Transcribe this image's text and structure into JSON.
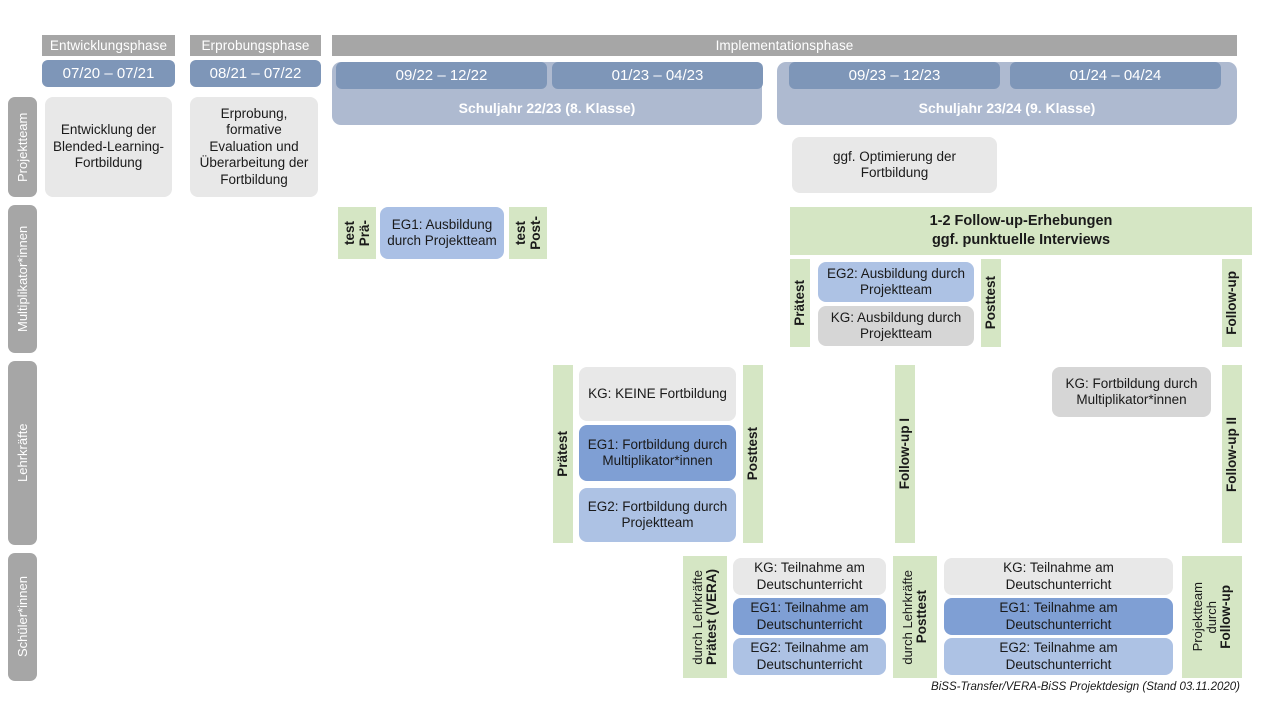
{
  "phases": [
    {
      "label": "Entwicklungsphase"
    },
    {
      "label": "Erprobungsphase"
    },
    {
      "label": "Implementationsphase"
    }
  ],
  "periods": [
    {
      "label": "07/20 – 07/21"
    },
    {
      "label": "08/21 – 07/22"
    },
    {
      "label": "09/22 – 12/22"
    },
    {
      "label": "01/23 – 04/23"
    },
    {
      "label": "09/23 – 12/23"
    },
    {
      "label": "01/24 – 04/24"
    }
  ],
  "schoolyears": [
    {
      "label": "Schuljahr 22/23 (8. Klasse)"
    },
    {
      "label": "Schuljahr 23/24 (9. Klasse)"
    }
  ],
  "roles": [
    {
      "label": "Projektteam"
    },
    {
      "label": "Multiplikator*innen"
    },
    {
      "label": "Lehrkräfte"
    },
    {
      "label": "Schüler*innen"
    }
  ],
  "projektteam": {
    "entwicklung": "Entwicklung der Blended-Learning-Fortbildung",
    "erprobung": "Erprobung, formative Evaluation und Überarbeitung der Fortbildung",
    "optimierung": "ggf. Optimierung der Fortbildung"
  },
  "multiplikatoren": {
    "praetest_l1": "Prä-",
    "praetest_l2": "test",
    "posttest_l1": "Post-",
    "posttest_l2": "test",
    "eg1_box": "EG1: Ausbildung durch Projektteam",
    "followup_banner_l1": "1-2 Follow-up-Erhebungen",
    "followup_banner_l2": "ggf. punktuelle Interviews",
    "praetest2": "Prätest",
    "posttest2": "Posttest",
    "eg2_box": "EG2: Ausbildung durch Projektteam",
    "kg_box": "KG: Ausbildung durch Projektteam",
    "followup": "Follow-up"
  },
  "lehrkraefte": {
    "praetest": "Prätest",
    "posttest": "Posttest",
    "followup1": "Follow-up I",
    "followup2": "Follow-up II",
    "kg_keine": "KG:  KEINE Fortbildung",
    "eg1": "EG1: Fortbildung durch Multiplikator*innen",
    "eg2": "EG2: Fortbildung durch Projektteam",
    "kg_mult": "KG: Fortbildung durch Multiplikator*innen"
  },
  "schuelerinnen": {
    "praetest_bold": "Prätest (VERA)",
    "praetest_sub": "durch Lehrkräfte",
    "posttest_bold": "Posttest",
    "posttest_sub": "durch Lehrkräfte",
    "followup_bold": "Follow-up",
    "followup_sub1": "durch",
    "followup_sub2": "Projektteam",
    "left": {
      "kg": "KG: Teilnahme am Deutschunterricht",
      "eg1": "EG1: Teilnahme am Deutschunterricht",
      "eg2": "EG2: Teilnahme am Deutschunterricht"
    },
    "right": {
      "kg": "KG: Teilnahme am Deutschunterricht",
      "eg1": "EG1: Teilnahme am Deutschunterricht",
      "eg2": "EG2: Teilnahme am Deutschunterricht"
    }
  },
  "footer": "BiSS-Transfer/VERA-BiSS Projektdesign (Stand 03.11.2020)",
  "colors": {
    "grey_header": "#a6a6a6",
    "period_blue": "#7e96b8",
    "schoolyear_blue": "#aebad0",
    "eg1_blue": "#7f9fd4",
    "eg2_blue": "#adc2e4",
    "kg_grey": "#d6d6d6",
    "box_grey": "#e8e8e8",
    "green": "#d5e6c4"
  }
}
